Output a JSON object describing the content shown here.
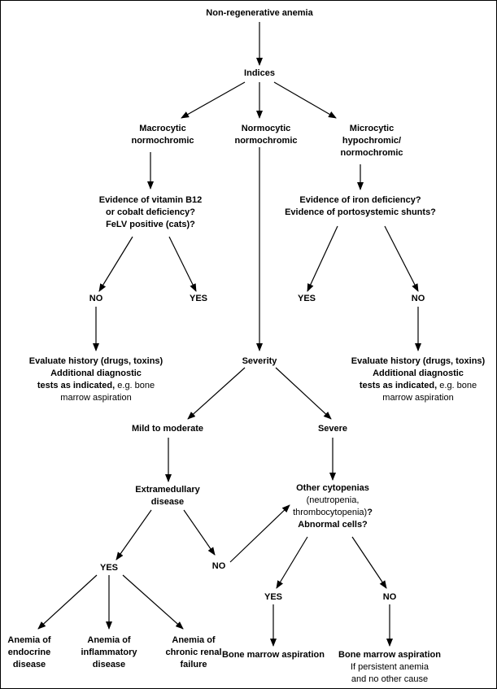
{
  "nodes": {
    "root": "Non-regenerative anemia",
    "indices": "Indices",
    "macro": [
      "Macrocytic",
      "normochromic"
    ],
    "normo": [
      "Normocytic",
      "normochromic"
    ],
    "micro": [
      "Microcytic",
      "hypochromic/",
      "normochromic"
    ],
    "b12": [
      "Evidence of vitamin B12",
      "or cobalt deficiency?",
      "FeLV positive (cats)?"
    ],
    "iron": [
      "Evidence of iron deficiency?",
      "Evidence of portosystemic shunts?"
    ],
    "no_left": "NO",
    "yes_left": "YES",
    "yes_right": "YES",
    "no_right": "NO",
    "eval_left": {
      "line1": "Evaluate history (drugs, toxins)",
      "line2": "Additional diagnostic",
      "line3_bold": "tests as indicated,",
      "line3_rest": " e.g. bone",
      "line4": "marrow aspiration"
    },
    "eval_right": {
      "line1": "Evaluate history (drugs, toxins)",
      "line2": "Additional diagnostic",
      "line3_bold": "tests as indicated,",
      "line3_rest": " e.g. bone",
      "line4": "marrow aspiration"
    },
    "severity": "Severity",
    "mild": "Mild to moderate",
    "severe": "Severe",
    "extramed": [
      "Extramedullary",
      "disease"
    ],
    "cyto": {
      "line1": "Other cytopenias",
      "line2": "(neutropenia,",
      "line3_reg": "thrombocytopenia)",
      "line3_bold": "?",
      "line4": "Abnormal cells?"
    },
    "yes_low": "YES",
    "no_mid": "NO",
    "yes_cyto": "YES",
    "no_cyto": "NO",
    "endocrine": [
      "Anemia of",
      "endocrine",
      "disease"
    ],
    "inflammatory": [
      "Anemia of",
      "inflammatory",
      "disease"
    ],
    "renal": [
      "Anemia of",
      "chronic renal",
      "failure"
    ],
    "bma_left": "Bone marrow aspiration",
    "bma_right": {
      "title": "Bone marrow aspiration",
      "note1": "If persistent anemia",
      "note2": "and no other cause"
    }
  }
}
